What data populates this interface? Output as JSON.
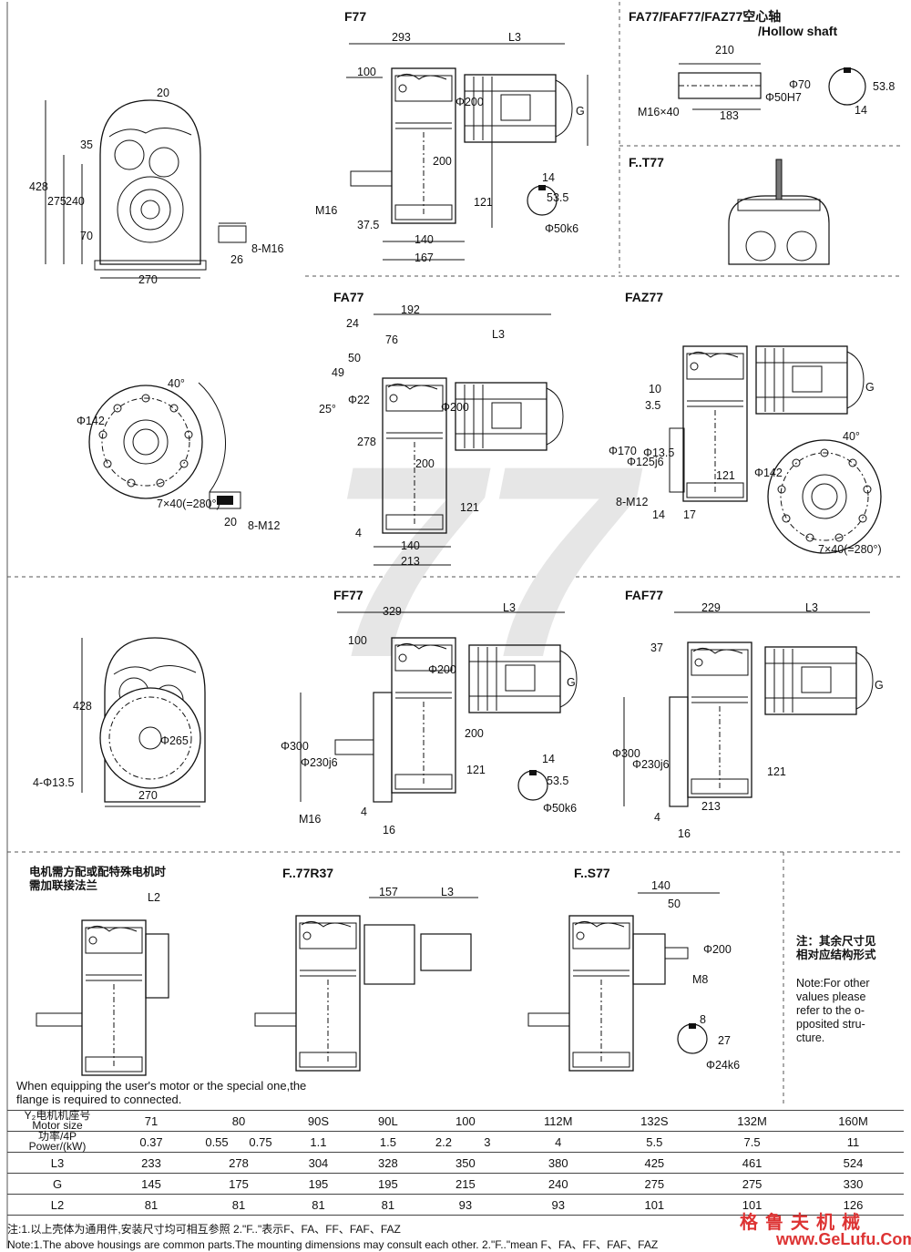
{
  "views": {
    "f77": {
      "title": "F77",
      "dims": [
        "293",
        "L3",
        "100",
        "20",
        "35",
        "428",
        "275",
        "240",
        "70",
        "270",
        "26",
        "8-M16",
        "M16",
        "37.5",
        "140",
        "167",
        "200",
        "121",
        "Φ200",
        "G",
        "14",
        "53.5",
        "Φ50k6"
      ]
    },
    "fa77_hollow": {
      "title": "FA77/FAF77/FAZ77空心轴",
      "subtitle": "/Hollow shaft",
      "dims": [
        "210",
        "M16×40",
        "183",
        "Φ50H7",
        "Φ70",
        "53.8",
        "14"
      ]
    },
    "ft77": {
      "title": "F..T77"
    },
    "fa77": {
      "title": "FA77",
      "dims": [
        "24",
        "192",
        "76",
        "L3",
        "50",
        "49",
        "25°",
        "Φ22",
        "Φ200",
        "278",
        "200",
        "121",
        "4",
        "140",
        "213",
        "40°",
        "Φ142",
        "7×40(=280°)",
        "20",
        "8-M12"
      ]
    },
    "faz77": {
      "title": "FAZ77",
      "dims": [
        "10",
        "3.5",
        "Φ170",
        "Φ125j6",
        "Φ13.5",
        "8-M12",
        "14",
        "17",
        "121",
        "G",
        "40°",
        "Φ142",
        "7×40(=280°)"
      ]
    },
    "ff77": {
      "title": "FF77",
      "dims": [
        "329",
        "L3",
        "100",
        "Φ200",
        "G",
        "Φ300",
        "Φ230j6",
        "200",
        "121",
        "14",
        "53.5",
        "Φ50k6",
        "M16",
        "4",
        "16",
        "428",
        "Φ265",
        "4-Φ13.5",
        "270"
      ]
    },
    "faf77": {
      "title": "FAF77",
      "dims": [
        "229",
        "L3",
        "37",
        "G",
        "Φ300",
        "Φ230j6",
        "121",
        "213",
        "4",
        "16"
      ]
    },
    "adapter": {
      "text_cn": "电机需方配或配特殊电机时\n需加联接法兰",
      "label": "L2",
      "text_en": "When equipping the user's motor or the special one,the flange is required to connected."
    },
    "f77r37": {
      "title": "F..77R37",
      "dims": [
        "157",
        "L3"
      ]
    },
    "fs77": {
      "title": "F..S77",
      "dims": [
        "140",
        "50",
        "Φ200",
        "M8",
        "8",
        "27",
        "Φ24k6"
      ]
    },
    "side_note": {
      "cn": "注：其余尺寸见\n相对应结构形式",
      "en": "Note:For other\nvalues please\nrefer to the o-\npposited stru-\ncture."
    },
    "big_number": "77"
  },
  "table": {
    "header_cn": "Y₂电机机座号",
    "header_en": "Motor size",
    "power_cn": "功率/4P",
    "power_en": "Power/(kW)",
    "motor_sizes": [
      "71",
      "80",
      "90S",
      "90L",
      "100",
      "112M",
      "132S",
      "132M",
      "160M"
    ],
    "powers": [
      "0.37",
      "0.55",
      "0.75",
      "1.1",
      "1.5",
      "2.2",
      "3",
      "4",
      "5.5",
      "7.5",
      "11"
    ],
    "rows": [
      {
        "label": "L3",
        "values": [
          "233",
          "278",
          "304",
          "328",
          "350",
          "380",
          "425",
          "461",
          "524"
        ]
      },
      {
        "label": "G",
        "values": [
          "145",
          "175",
          "195",
          "195",
          "215",
          "240",
          "275",
          "275",
          "330"
        ]
      },
      {
        "label": "L2",
        "values": [
          "81",
          "81",
          "81",
          "81",
          "93",
          "93",
          "101",
          "101",
          "126"
        ]
      }
    ]
  },
  "footnotes": {
    "cn": "注:1.以上壳体为通用件,安装尺寸均可相互参照    2.\"F..\"表示F、FA、FF、FAF、FAZ",
    "en": "Note:1.The above housings are common parts.The mounting dimensions may consult each other.    2.\"F..\"mean F、FA、FF、FAF、FAZ"
  },
  "watermark": {
    "cn": "格鲁夫机械",
    "url": "www.GeLufu.Com"
  }
}
